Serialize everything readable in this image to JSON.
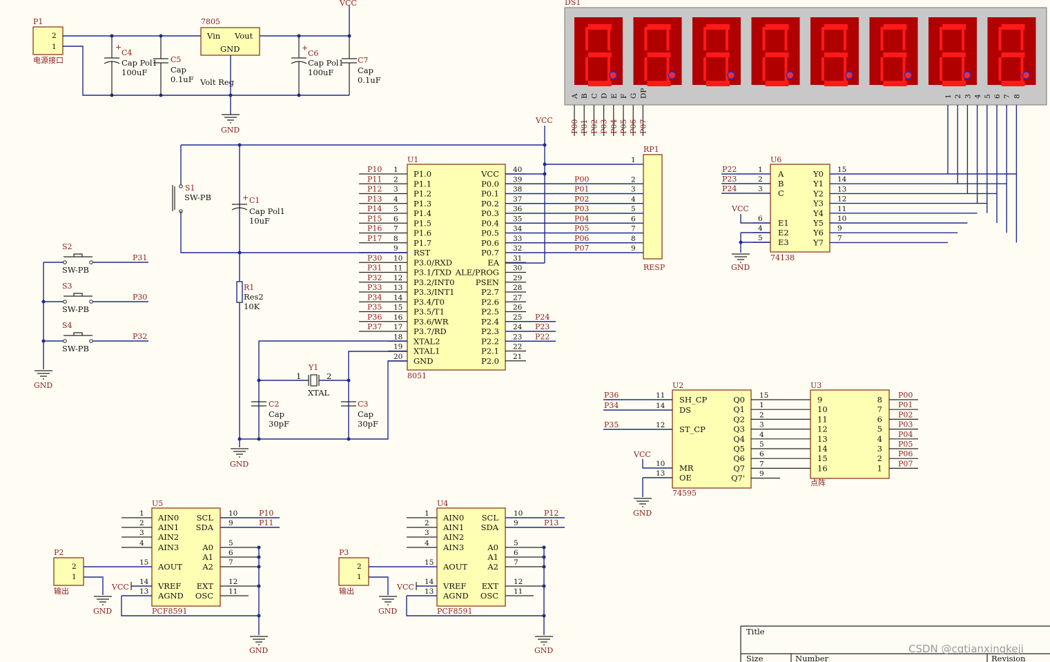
{
  "power": {
    "p1": {
      "ref": "P1",
      "pins": [
        "2",
        "1"
      ],
      "label": "电源接口"
    },
    "c4": {
      "ref": "C4",
      "type": "Cap Pol1",
      "value": "100uF"
    },
    "c5": {
      "ref": "C5",
      "type": "Cap",
      "value": "0.1uF"
    },
    "reg": {
      "ref": "7805",
      "vin": "Vin",
      "vout": "Vout",
      "gnd": "GND",
      "desc": "Volt Reg"
    },
    "c6": {
      "ref": "C6",
      "type": "Cap Pol1",
      "value": "100uF"
    },
    "c7": {
      "ref": "C7",
      "type": "Cap",
      "value": "0.1uF"
    },
    "vcc": "VCC",
    "gnd": "GND"
  },
  "display": {
    "ref": "DS1",
    "seg_pins": [
      "A",
      "B",
      "C",
      "D",
      "E",
      "F",
      "G",
      "DP"
    ],
    "digit_pins": [
      "1",
      "2",
      "3",
      "4",
      "5",
      "6",
      "7",
      "8"
    ],
    "nets": [
      "P00",
      "P01",
      "P02",
      "P03",
      "P04",
      "P05",
      "P06",
      "P07"
    ]
  },
  "mcu": {
    "ref": "U1",
    "part": "8051",
    "left_nums": [
      "1",
      "2",
      "3",
      "4",
      "5",
      "6",
      "7",
      "8",
      "9",
      "10",
      "11",
      "12",
      "13",
      "14",
      "15",
      "16",
      "17",
      "18",
      "19",
      "20"
    ],
    "left_names": [
      "P1.0",
      "P1.1",
      "P1.2",
      "P1.3",
      "P1.4",
      "P1.5",
      "P1.6",
      "P1.7",
      "RST",
      "P3.0/RXD",
      "P3.1/TXD",
      "P3.2/INT0",
      "P3.3/INT1",
      "P3.4/T0",
      "P3.5/T1",
      "P3.6/WR",
      "P3.7/RD",
      "XTAL2",
      "XTAL1",
      "GND"
    ],
    "left_nets": [
      "P10",
      "P11",
      "P12",
      "P13",
      "P14",
      "P15",
      "P16",
      "P17",
      "",
      "P30",
      "P31",
      "P32",
      "P33",
      "P34",
      "P35",
      "P36",
      "P37",
      "",
      "",
      ""
    ],
    "right_nums": [
      "40",
      "39",
      "38",
      "37",
      "36",
      "35",
      "34",
      "33",
      "32",
      "31",
      "30",
      "29",
      "28",
      "27",
      "26",
      "25",
      "24",
      "23",
      "22",
      "21"
    ],
    "right_names": [
      "VCC",
      "P0.0",
      "P0.1",
      "P0.2",
      "P0.3",
      "P0.4",
      "P0.5",
      "P0.6",
      "P0.7",
      "EA",
      "ALE/PROG",
      "PSEN",
      "P2.7",
      "P2.6",
      "P2.5",
      "P2.4",
      "P2.3",
      "P2.2",
      "P2.1",
      "P2.0"
    ],
    "right_nets": [
      "",
      "P00",
      "P01",
      "P02",
      "P03",
      "P04",
      "P05",
      "P06",
      "P07",
      "",
      "",
      "",
      "",
      "",
      "",
      "P24",
      "P23",
      "P22",
      "",
      ""
    ]
  },
  "reset": {
    "s1": {
      "ref": "S1",
      "part": "SW-PB"
    },
    "c1": {
      "ref": "C1",
      "type": "Cap Pol1",
      "value": "10uF"
    },
    "r1": {
      "ref": "R1",
      "type": "Res2",
      "value": "10K"
    }
  },
  "crystal": {
    "y1": {
      "ref": "Y1",
      "part": "XTAL",
      "pin1": "1",
      "pin2": "2"
    },
    "c2": {
      "ref": "C2",
      "type": "Cap",
      "value": "30pF"
    },
    "c3": {
      "ref": "C3",
      "type": "Cap",
      "value": "30pF"
    }
  },
  "switches": [
    {
      "ref": "S2",
      "part": "SW-PB",
      "net": "P31"
    },
    {
      "ref": "S3",
      "part": "SW-PB",
      "net": "P30"
    },
    {
      "ref": "S4",
      "part": "SW-PB",
      "net": "P32"
    }
  ],
  "rp1": {
    "ref": "RP1",
    "part": "RESP",
    "pins": [
      "1",
      "2",
      "3",
      "4",
      "5",
      "6",
      "7",
      "8",
      "9"
    ]
  },
  "decoder": {
    "ref": "U6",
    "part": "74138",
    "in_nets": [
      "P22",
      "P23",
      "P24"
    ],
    "left_nums": [
      "1",
      "2",
      "3",
      "6",
      "4",
      "5"
    ],
    "left_names": [
      "A",
      "B",
      "C",
      "E1",
      "E2",
      "E3"
    ],
    "right_nums": [
      "15",
      "14",
      "13",
      "12",
      "11",
      "10",
      "9",
      "7"
    ],
    "right_names": [
      "Y0",
      "Y1",
      "Y2",
      "Y3",
      "Y4",
      "Y5",
      "Y6",
      "Y7"
    ]
  },
  "shift": {
    "ref": "U2",
    "part": "74595",
    "nets": [
      "P36",
      "P34",
      "P35"
    ],
    "left_nums": [
      "11",
      "14",
      "12",
      "10",
      "13"
    ],
    "left_names": [
      "SH_CP",
      "DS",
      "ST_CP",
      "MR",
      "OE"
    ],
    "right_nums": [
      "15",
      "1",
      "2",
      "3",
      "4",
      "5",
      "6",
      "7",
      "9"
    ],
    "right_names": [
      "Q0",
      "Q1",
      "Q2",
      "Q3",
      "Q4",
      "Q5",
      "Q6",
      "Q7",
      "Q7'"
    ]
  },
  "matrix": {
    "ref": "U3",
    "part": "点阵",
    "left_nums": [
      "9",
      "10",
      "11",
      "12",
      "13",
      "14",
      "15",
      "16"
    ],
    "right_nums": [
      "8",
      "7",
      "6",
      "5",
      "4",
      "3",
      "2",
      "1"
    ],
    "nets": [
      "P00",
      "P01",
      "P02",
      "P03",
      "P04",
      "P05",
      "P06",
      "P07"
    ]
  },
  "adc1": {
    "ref": "U5",
    "part": "PCF8591",
    "nets": [
      "P10",
      "P11"
    ],
    "conn": {
      "ref": "P2",
      "pins": [
        "2",
        "1"
      ],
      "label": "输出"
    }
  },
  "adc2": {
    "ref": "U4",
    "part": "PCF8591",
    "nets": [
      "P12",
      "P13"
    ],
    "conn": {
      "ref": "P3",
      "pins": [
        "2",
        "1"
      ],
      "label": "输出"
    }
  },
  "adc_pins": {
    "left_nums": [
      "1",
      "2",
      "3",
      "4",
      "15",
      "14",
      "13"
    ],
    "left_names": [
      "AIN0",
      "AIN1",
      "AIN2",
      "AIN3",
      "AOUT",
      "VREF",
      "AGND"
    ],
    "right_nums": [
      "10",
      "9",
      "5",
      "6",
      "7",
      "12",
      "11"
    ],
    "right_names": [
      "SCL",
      "SDA",
      "A0",
      "A1",
      "A2",
      "EXT",
      "OSC"
    ]
  },
  "titleblock": {
    "title": "Title",
    "size": "Size",
    "number": "Number",
    "revision": "Revision"
  },
  "watermark": "CSDN @cqtianxingkeji"
}
